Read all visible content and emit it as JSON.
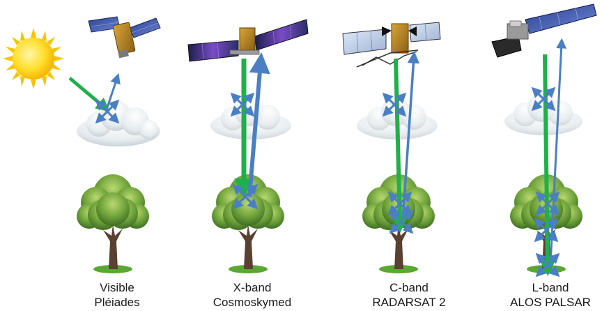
{
  "columns": [
    {
      "band": "Visible",
      "sensor": "Pléiades"
    },
    {
      "band": "X-band",
      "sensor": "Cosmoskymed"
    },
    {
      "band": "C-band",
      "sensor": "RADARSAT 2"
    },
    {
      "band": "L-band",
      "sensor": "ALOS PALSAR"
    }
  ],
  "colors": {
    "incident_arrow": "#1fb04a",
    "scatter_arrow": "#4a7fc4",
    "sun": "#ffd21a",
    "foliage": "#6da13a",
    "trunk": "#5a4030"
  }
}
